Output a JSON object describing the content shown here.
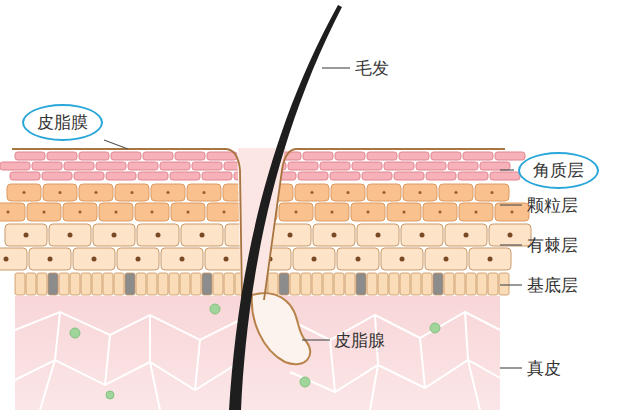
{
  "diagram": {
    "nodes": [
      {
        "text": [
          "皮脂膜"
        ]
      },
      {
        "text": [
          "角质层"
        ]
      }
    ],
    "labels": [
      "毛发",
      "颗粒层",
      "有棘层",
      "基底层",
      "皮脂腺",
      "真皮"
    ]
  }
}
